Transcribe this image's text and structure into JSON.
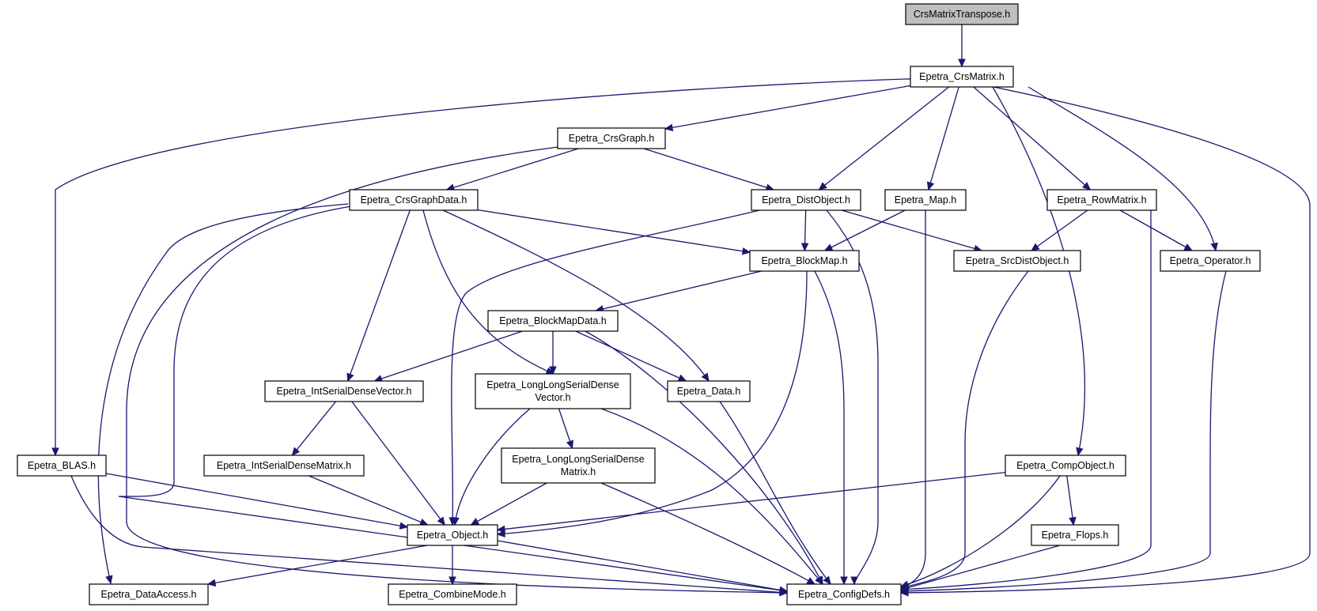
{
  "diagram": {
    "nodes": [
      {
        "id": "CrsMatrixTranspose",
        "lines": [
          "CrsMatrixTranspose.h"
        ],
        "root": true
      },
      {
        "id": "Epetra_CrsMatrix",
        "lines": [
          "Epetra_CrsMatrix.h"
        ]
      },
      {
        "id": "Epetra_CrsGraph",
        "lines": [
          "Epetra_CrsGraph.h"
        ]
      },
      {
        "id": "Epetra_CrsGraphData",
        "lines": [
          "Epetra_CrsGraphData.h"
        ]
      },
      {
        "id": "Epetra_DistObject",
        "lines": [
          "Epetra_DistObject.h"
        ]
      },
      {
        "id": "Epetra_Map",
        "lines": [
          "Epetra_Map.h"
        ]
      },
      {
        "id": "Epetra_RowMatrix",
        "lines": [
          "Epetra_RowMatrix.h"
        ]
      },
      {
        "id": "Epetra_BlockMap",
        "lines": [
          "Epetra_BlockMap.h"
        ]
      },
      {
        "id": "Epetra_SrcDistObject",
        "lines": [
          "Epetra_SrcDistObject.h"
        ]
      },
      {
        "id": "Epetra_Operator",
        "lines": [
          "Epetra_Operator.h"
        ]
      },
      {
        "id": "Epetra_BlockMapData",
        "lines": [
          "Epetra_BlockMapData.h"
        ]
      },
      {
        "id": "Epetra_IntSerialDenseVector",
        "lines": [
          "Epetra_IntSerialDenseVector.h"
        ]
      },
      {
        "id": "Epetra_LongLongSerialDenseVector",
        "lines": [
          "Epetra_LongLongSerialDense",
          "Vector.h"
        ]
      },
      {
        "id": "Epetra_Data",
        "lines": [
          "Epetra_Data.h"
        ]
      },
      {
        "id": "Epetra_BLAS",
        "lines": [
          "Epetra_BLAS.h"
        ]
      },
      {
        "id": "Epetra_IntSerialDenseMatrix",
        "lines": [
          "Epetra_IntSerialDenseMatrix.h"
        ]
      },
      {
        "id": "Epetra_LongLongSerialDenseMatrix",
        "lines": [
          "Epetra_LongLongSerialDense",
          "Matrix.h"
        ]
      },
      {
        "id": "Epetra_CompObject",
        "lines": [
          "Epetra_CompObject.h"
        ]
      },
      {
        "id": "Epetra_Flops",
        "lines": [
          "Epetra_Flops.h"
        ]
      },
      {
        "id": "Epetra_Object",
        "lines": [
          "Epetra_Object.h"
        ]
      },
      {
        "id": "Epetra_DataAccess",
        "lines": [
          "Epetra_DataAccess.h"
        ]
      },
      {
        "id": "Epetra_CombineMode",
        "lines": [
          "Epetra_CombineMode.h"
        ]
      },
      {
        "id": "Epetra_ConfigDefs",
        "lines": [
          "Epetra_ConfigDefs.h"
        ]
      }
    ],
    "edges": [
      [
        "CrsMatrixTranspose",
        "Epetra_CrsMatrix"
      ],
      [
        "Epetra_CrsMatrix",
        "Epetra_CrsGraph"
      ],
      [
        "Epetra_CrsMatrix",
        "Epetra_DistObject"
      ],
      [
        "Epetra_CrsMatrix",
        "Epetra_Map"
      ],
      [
        "Epetra_CrsMatrix",
        "Epetra_RowMatrix"
      ],
      [
        "Epetra_CrsMatrix",
        "Epetra_Operator"
      ],
      [
        "Epetra_CrsMatrix",
        "Epetra_CompObject"
      ],
      [
        "Epetra_CrsMatrix",
        "Epetra_BLAS"
      ],
      [
        "Epetra_CrsMatrix",
        "Epetra_ConfigDefs"
      ],
      [
        "Epetra_CrsGraph",
        "Epetra_CrsGraphData"
      ],
      [
        "Epetra_CrsGraph",
        "Epetra_DistObject"
      ],
      [
        "Epetra_CrsGraph",
        "Epetra_ConfigDefs"
      ],
      [
        "Epetra_CrsGraphData",
        "Epetra_BlockMap"
      ],
      [
        "Epetra_CrsGraphData",
        "Epetra_Data"
      ],
      [
        "Epetra_CrsGraphData",
        "Epetra_IntSerialDenseVector"
      ],
      [
        "Epetra_CrsGraphData",
        "Epetra_LongLongSerialDenseVector"
      ],
      [
        "Epetra_CrsGraphData",
        "Epetra_DataAccess"
      ],
      [
        "Epetra_CrsGraphData",
        "Epetra_ConfigDefs"
      ],
      [
        "Epetra_DistObject",
        "Epetra_BlockMap"
      ],
      [
        "Epetra_DistObject",
        "Epetra_SrcDistObject"
      ],
      [
        "Epetra_DistObject",
        "Epetra_Object"
      ],
      [
        "Epetra_DistObject",
        "Epetra_ConfigDefs"
      ],
      [
        "Epetra_Map",
        "Epetra_BlockMap"
      ],
      [
        "Epetra_Map",
        "Epetra_ConfigDefs"
      ],
      [
        "Epetra_RowMatrix",
        "Epetra_SrcDistObject"
      ],
      [
        "Epetra_RowMatrix",
        "Epetra_Operator"
      ],
      [
        "Epetra_RowMatrix",
        "Epetra_ConfigDefs"
      ],
      [
        "Epetra_BlockMap",
        "Epetra_BlockMapData"
      ],
      [
        "Epetra_BlockMap",
        "Epetra_Object"
      ],
      [
        "Epetra_BlockMap",
        "Epetra_ConfigDefs"
      ],
      [
        "Epetra_SrcDistObject",
        "Epetra_ConfigDefs"
      ],
      [
        "Epetra_Operator",
        "Epetra_ConfigDefs"
      ],
      [
        "Epetra_BlockMapData",
        "Epetra_Data"
      ],
      [
        "Epetra_BlockMapData",
        "Epetra_IntSerialDenseVector"
      ],
      [
        "Epetra_BlockMapData",
        "Epetra_LongLongSerialDenseVector"
      ],
      [
        "Epetra_BlockMapData",
        "Epetra_ConfigDefs"
      ],
      [
        "Epetra_IntSerialDenseVector",
        "Epetra_IntSerialDenseMatrix"
      ],
      [
        "Epetra_IntSerialDenseVector",
        "Epetra_Object"
      ],
      [
        "Epetra_LongLongSerialDenseVector",
        "Epetra_LongLongSerialDenseMatrix"
      ],
      [
        "Epetra_LongLongSerialDenseVector",
        "Epetra_Object"
      ],
      [
        "Epetra_LongLongSerialDenseVector",
        "Epetra_ConfigDefs"
      ],
      [
        "Epetra_Data",
        "Epetra_ConfigDefs"
      ],
      [
        "Epetra_BLAS",
        "Epetra_Object"
      ],
      [
        "Epetra_BLAS",
        "Epetra_ConfigDefs"
      ],
      [
        "Epetra_IntSerialDenseMatrix",
        "Epetra_Object"
      ],
      [
        "Epetra_LongLongSerialDenseMatrix",
        "Epetra_Object"
      ],
      [
        "Epetra_LongLongSerialDenseMatrix",
        "Epetra_ConfigDefs"
      ],
      [
        "Epetra_CompObject",
        "Epetra_Object"
      ],
      [
        "Epetra_CompObject",
        "Epetra_Flops"
      ],
      [
        "Epetra_CompObject",
        "Epetra_ConfigDefs"
      ],
      [
        "Epetra_Flops",
        "Epetra_ConfigDefs"
      ],
      [
        "Epetra_Object",
        "Epetra_DataAccess"
      ],
      [
        "Epetra_Object",
        "Epetra_CombineMode"
      ],
      [
        "Epetra_Object",
        "Epetra_ConfigDefs"
      ]
    ]
  },
  "colors": {
    "edge": "#191970",
    "node_border": "#000000",
    "node_fill": "#ffffff",
    "root_fill": "#bfbfbf"
  }
}
